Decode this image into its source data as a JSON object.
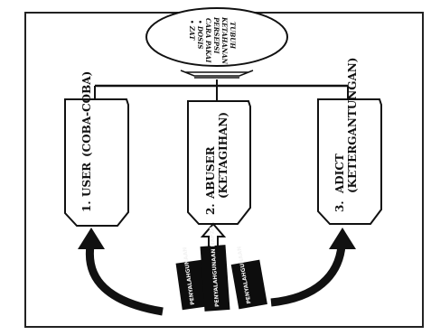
{
  "oval": {
    "lines": [
      "• ZAT",
      "• DOSIS",
      "CARA PAKAI",
      "PERSEPSI",
      "KETAHANAN",
      "TUBUH"
    ]
  },
  "stages": [
    {
      "number": "1.",
      "line1": "USER",
      "line2": "(COBA-COBA)"
    },
    {
      "number": "2.",
      "line1": "ABUSER",
      "line2": "(KETAGIHAN)"
    },
    {
      "number": "3.",
      "line1": "ADICT",
      "line2": "(KETERGANTUNGAN)"
    }
  ],
  "blocks": {
    "labels": [
      "PENYALAHGUNAAN",
      "PENYALAHGUNAAN NAPZA",
      "PENYALAHGUNAAN"
    ]
  },
  "colors": {
    "ink": "#111111",
    "block_fill": "#0d0d0d",
    "frame": "#222222"
  }
}
